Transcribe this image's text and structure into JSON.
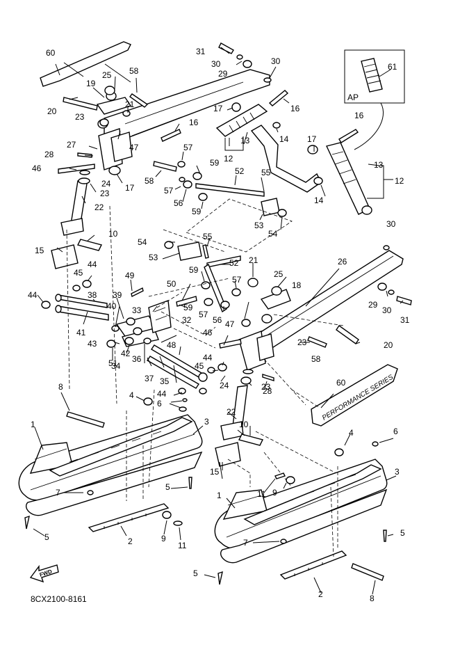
{
  "diagram": {
    "part_code": "8CX2100-8161",
    "detail_label": "AP",
    "fwd_label": "FWD",
    "decal_text": "PERFORMANCE SERIES",
    "callouts": [
      {
        "id": "c60a",
        "text": "60"
      },
      {
        "id": "c31a",
        "text": "31"
      },
      {
        "id": "c30a",
        "text": "30"
      },
      {
        "id": "c29a",
        "text": "29"
      },
      {
        "id": "c30b",
        "text": "30"
      },
      {
        "id": "c61",
        "text": "61"
      },
      {
        "id": "c25a",
        "text": "25"
      },
      {
        "id": "c58a",
        "text": "58"
      },
      {
        "id": "c19",
        "text": "19"
      },
      {
        "id": "c21a",
        "text": "21"
      },
      {
        "id": "c20a",
        "text": "20"
      },
      {
        "id": "c17a",
        "text": "17"
      },
      {
        "id": "c16a",
        "text": "16"
      },
      {
        "id": "c16b",
        "text": "16"
      },
      {
        "id": "c23a",
        "text": "23"
      },
      {
        "id": "c16c",
        "text": "16"
      },
      {
        "id": "c13a",
        "text": "13"
      },
      {
        "id": "c14a",
        "text": "14"
      },
      {
        "id": "c17b",
        "text": "17"
      },
      {
        "id": "c27",
        "text": "27"
      },
      {
        "id": "c47a",
        "text": "47"
      },
      {
        "id": "c12a",
        "text": "12"
      },
      {
        "id": "c28a",
        "text": "28"
      },
      {
        "id": "c57a",
        "text": "57"
      },
      {
        "id": "c13b",
        "text": "13"
      },
      {
        "id": "c46a",
        "text": "46"
      },
      {
        "id": "c58b",
        "text": "58"
      },
      {
        "id": "c59a",
        "text": "59"
      },
      {
        "id": "c12b",
        "text": "12"
      },
      {
        "id": "c24a",
        "text": "24"
      },
      {
        "id": "c17c",
        "text": "17"
      },
      {
        "id": "c52a",
        "text": "52"
      },
      {
        "id": "c55a",
        "text": "55"
      },
      {
        "id": "c23b",
        "text": "23"
      },
      {
        "id": "c57b",
        "text": "57"
      },
      {
        "id": "c56a",
        "text": "56"
      },
      {
        "id": "c14b",
        "text": "14"
      },
      {
        "id": "c22a",
        "text": "22"
      },
      {
        "id": "c59b",
        "text": "59"
      },
      {
        "id": "c53a",
        "text": "53"
      },
      {
        "id": "c54a",
        "text": "54"
      },
      {
        "id": "c30c",
        "text": "30"
      },
      {
        "id": "c10a",
        "text": "10"
      },
      {
        "id": "c54b",
        "text": "54"
      },
      {
        "id": "c55b",
        "text": "55"
      },
      {
        "id": "c15a",
        "text": "15"
      },
      {
        "id": "c53b",
        "text": "53"
      },
      {
        "id": "c52b",
        "text": "52"
      },
      {
        "id": "c26",
        "text": "26"
      },
      {
        "id": "c45a",
        "text": "45"
      },
      {
        "id": "c44a",
        "text": "44"
      },
      {
        "id": "c21b",
        "text": "21"
      },
      {
        "id": "c59c",
        "text": "59"
      },
      {
        "id": "c25b",
        "text": "25"
      },
      {
        "id": "c49",
        "text": "49"
      },
      {
        "id": "c18",
        "text": "18"
      },
      {
        "id": "c50",
        "text": "50"
      },
      {
        "id": "c57c",
        "text": "57"
      },
      {
        "id": "c44b",
        "text": "44"
      },
      {
        "id": "c38",
        "text": "38"
      },
      {
        "id": "c39",
        "text": "39"
      },
      {
        "id": "c29b",
        "text": "29"
      },
      {
        "id": "c30d",
        "text": "30"
      },
      {
        "id": "c31b",
        "text": "31"
      },
      {
        "id": "c40",
        "text": "40"
      },
      {
        "id": "c33",
        "text": "33"
      },
      {
        "id": "c59d",
        "text": "59"
      },
      {
        "id": "c57d",
        "text": "57"
      },
      {
        "id": "c56b",
        "text": "56"
      },
      {
        "id": "c47b",
        "text": "47"
      },
      {
        "id": "c32",
        "text": "32"
      },
      {
        "id": "c41",
        "text": "41"
      },
      {
        "id": "c46b",
        "text": "46"
      },
      {
        "id": "c23c",
        "text": "23"
      },
      {
        "id": "c20b",
        "text": "20"
      },
      {
        "id": "c43",
        "text": "43"
      },
      {
        "id": "c42",
        "text": "42"
      },
      {
        "id": "c48",
        "text": "48"
      },
      {
        "id": "c58c",
        "text": "58"
      },
      {
        "id": "c34",
        "text": "34"
      },
      {
        "id": "c51",
        "text": "51"
      },
      {
        "id": "c36",
        "text": "36"
      },
      {
        "id": "c44c",
        "text": "44"
      },
      {
        "id": "c45b",
        "text": "45"
      },
      {
        "id": "c37",
        "text": "37"
      },
      {
        "id": "c35",
        "text": "35"
      },
      {
        "id": "c24b",
        "text": "24"
      },
      {
        "id": "c28b",
        "text": "28"
      },
      {
        "id": "c23d",
        "text": "23"
      },
      {
        "id": "c60b",
        "text": "60"
      },
      {
        "id": "c8a",
        "text": "8"
      },
      {
        "id": "c44d",
        "text": "44"
      },
      {
        "id": "c4a",
        "text": "4"
      },
      {
        "id": "c6a",
        "text": "6"
      },
      {
        "id": "c22b",
        "text": "22"
      },
      {
        "id": "c3a",
        "text": "3"
      },
      {
        "id": "c1a",
        "text": "1"
      },
      {
        "id": "c10b",
        "text": "10"
      },
      {
        "id": "c4b",
        "text": "4"
      },
      {
        "id": "c6b",
        "text": "6"
      },
      {
        "id": "c3b",
        "text": "3"
      },
      {
        "id": "c15b",
        "text": "15"
      },
      {
        "id": "c7a",
        "text": "7"
      },
      {
        "id": "c5a",
        "text": "5"
      },
      {
        "id": "c11a",
        "text": "11"
      },
      {
        "id": "c9a",
        "text": "9"
      },
      {
        "id": "c1b",
        "text": "1"
      },
      {
        "id": "c2a",
        "text": "2"
      },
      {
        "id": "c9b",
        "text": "9"
      },
      {
        "id": "c11b",
        "text": "11"
      },
      {
        "id": "c5b",
        "text": "5"
      },
      {
        "id": "c5c",
        "text": "5"
      },
      {
        "id": "c7b",
        "text": "7"
      },
      {
        "id": "c5d",
        "text": "5"
      },
      {
        "id": "c8b",
        "text": "8"
      },
      {
        "id": "c2b",
        "text": "2"
      }
    ]
  }
}
